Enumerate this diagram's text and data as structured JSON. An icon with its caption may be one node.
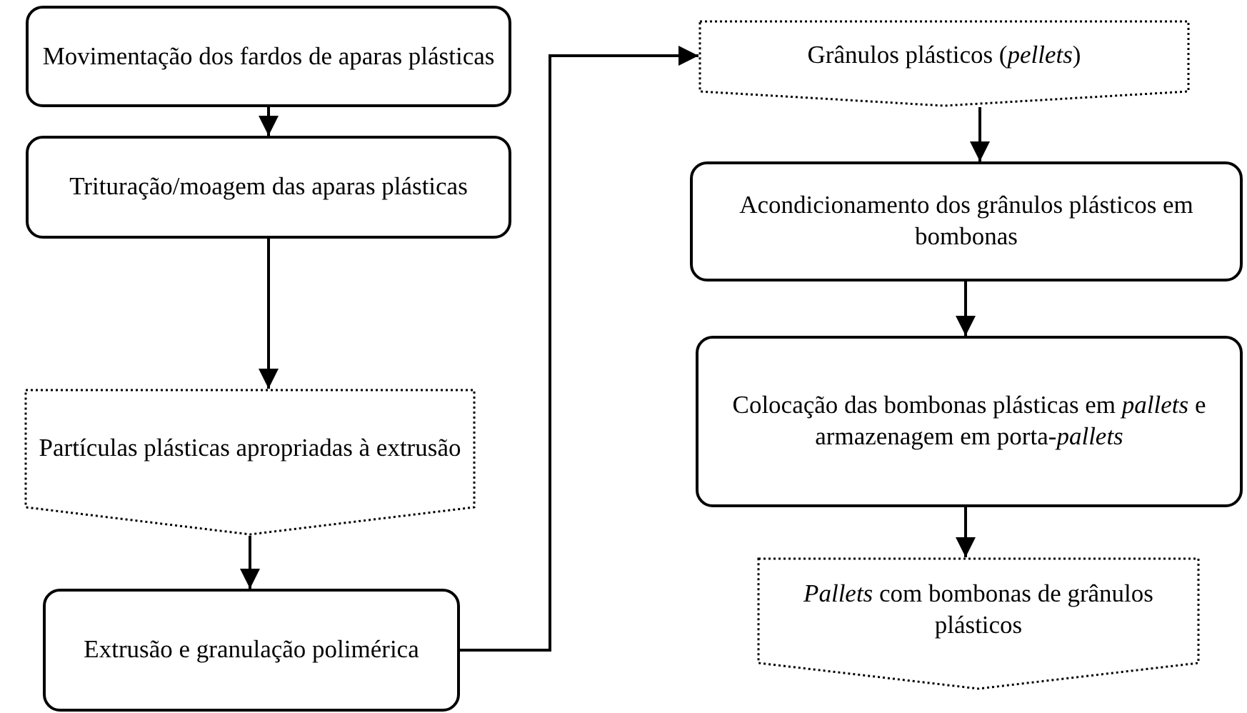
{
  "diagram": {
    "nodes": [
      {
        "text": [
          "Movimentação dos fardos de aparas plásticas"
        ]
      },
      {
        "text": [
          "Trituração/moagem das aparas plásticas"
        ]
      },
      {
        "text": [
          "Partículas plásticas apropriadas à extrusão"
        ]
      },
      {
        "text": [
          "Extrusão e granulação polimérica"
        ]
      },
      {
        "text": [
          "Grânulos plásticos (*pellets*)"
        ]
      },
      {
        "text": [
          "Acondicionamento dos grânulos plásticos em bombonas"
        ]
      },
      {
        "text": [
          "Colocação das bombonas plásticas em *pallets* e armazenagem em porta-*pallets*"
        ]
      },
      {
        "text": [
          "*Pallets* com bombonas de grânulos plásticos"
        ]
      }
    ],
    "edges": [
      {
        "from": 0,
        "to": 1,
        "arrow": "to"
      },
      {
        "from": 1,
        "to": 2,
        "arrow": "to"
      },
      {
        "from": 2,
        "to": 3,
        "arrow": "to"
      },
      {
        "from": 3,
        "to": 4,
        "arrow": "to"
      },
      {
        "from": 4,
        "to": 5,
        "arrow": "to"
      },
      {
        "from": 5,
        "to": 6,
        "arrow": "to"
      },
      {
        "from": 6,
        "to": 7,
        "arrow": "to"
      }
    ]
  }
}
